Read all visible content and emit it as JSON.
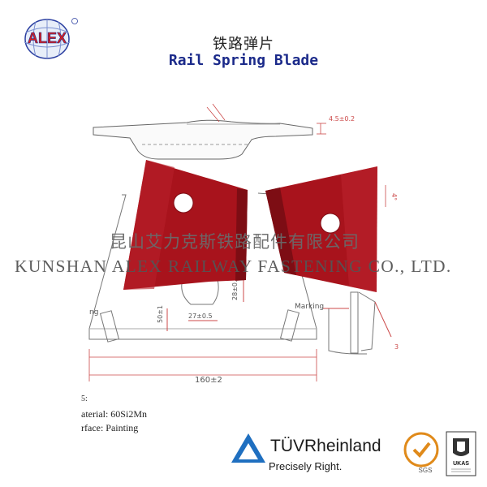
{
  "header": {
    "brand": "ALEX",
    "title_cn": "铁路弹片",
    "title_en": "Rail Spring Blade"
  },
  "watermark": {
    "company_cn": "昆山艾力克斯铁路配件有限公司",
    "company_en": "KUNSHAN ALEX RAILWAY FASTENING CO., LTD."
  },
  "drawing": {
    "dim_thickness": "4.5±0.2",
    "dim_angle": "4°",
    "dim_height": "28±0.5",
    "dim_slot": "27±0.5",
    "dim_side": "50±1",
    "dim_width": "160±2",
    "marking": "Marking",
    "left_mark": "ng",
    "dim_small": "3"
  },
  "specs": {
    "material": "aterial: 60Si2Mn",
    "surface": "rface:  Painting",
    "dot": "5:"
  },
  "certs": {
    "tuv_name": "TÜVRheinland",
    "tuv_tagline": "Precisely Right.",
    "sgs_label": "SGS",
    "ukas_label": "UKAS"
  },
  "colors": {
    "blade_red": "#a8131c",
    "brand_blue": "#1b2a8a",
    "line": "#cc4a4a"
  }
}
